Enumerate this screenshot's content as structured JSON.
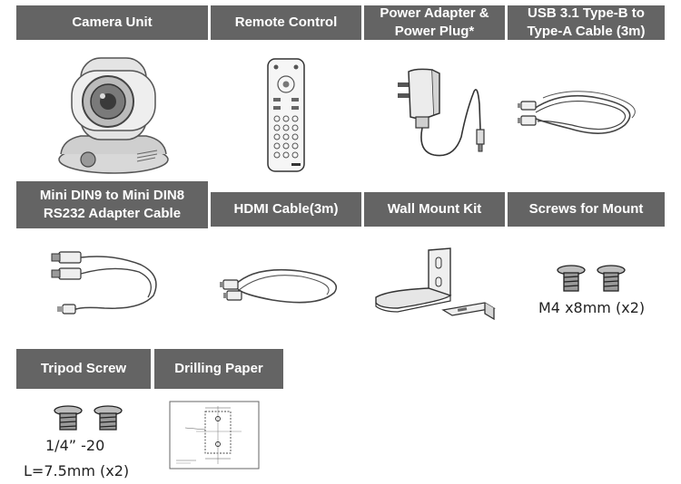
{
  "row1": {
    "camera_unit": "Camera Unit",
    "remote_control": "Remote Control",
    "power_adapter": "Power Adapter &\nPower Plug*",
    "usb_cable": "USB 3.1 Type-B to\nType-A Cable (3m)"
  },
  "row2": {
    "rs232_cable": "Mini DIN9 to Mini DIN8\nRS232 Adapter Cable",
    "hdmi_cable": "HDMI Cable(3m)",
    "wall_mount": "Wall Mount Kit",
    "screws_mount": "Screws for Mount",
    "screws_mount_caption": "M4 x8mm (x2)"
  },
  "row3": {
    "tripod_screw": "Tripod Screw",
    "drilling_paper": "Drilling Paper",
    "tripod_caption_1": "1/4”  -20",
    "tripod_caption_2": "L=7.5mm (x2)"
  },
  "colors": {
    "header_bg": "#646464",
    "header_text": "#ffffff",
    "line": "#333333"
  },
  "icons": [
    "camera-icon",
    "remote-icon",
    "power-adapter-icon",
    "usb-cable-icon",
    "rs232-cable-icon",
    "hdmi-cable-icon",
    "wall-mount-icon",
    "screw-icon",
    "drilling-paper-icon"
  ]
}
